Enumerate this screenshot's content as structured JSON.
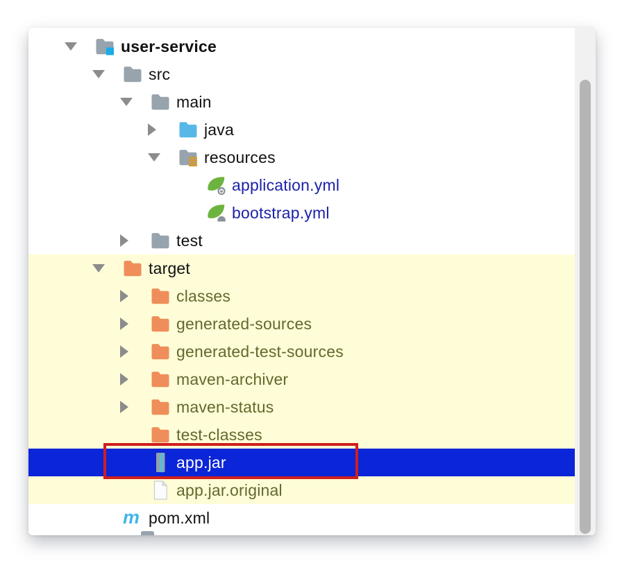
{
  "panel": {
    "name": "project-tree"
  },
  "tree": {
    "items": [
      {
        "label": "user-service",
        "level": 0,
        "arrow": "expanded",
        "icon": "project-folder",
        "bold": true
      },
      {
        "label": "src",
        "level": 1,
        "arrow": "expanded",
        "icon": "folder"
      },
      {
        "label": "main",
        "level": 2,
        "arrow": "expanded",
        "icon": "folder"
      },
      {
        "label": "java",
        "level": 3,
        "arrow": "collapsed",
        "icon": "sources-folder"
      },
      {
        "label": "resources",
        "level": 3,
        "arrow": "expanded",
        "icon": "resources-folder"
      },
      {
        "label": "application.yml",
        "level": 4,
        "arrow": "none",
        "icon": "spring-boot-config",
        "color": "navy"
      },
      {
        "label": "bootstrap.yml",
        "level": 4,
        "arrow": "none",
        "icon": "spring-cloud-config",
        "color": "navy"
      },
      {
        "label": "test",
        "level": 2,
        "arrow": "collapsed",
        "icon": "folder"
      },
      {
        "label": "target",
        "level": 1,
        "arrow": "expanded",
        "icon": "excluded-folder",
        "excluded": true
      },
      {
        "label": "classes",
        "level": 2,
        "arrow": "collapsed",
        "icon": "excluded-folder",
        "color": "olive",
        "excluded": true
      },
      {
        "label": "generated-sources",
        "level": 2,
        "arrow": "collapsed",
        "icon": "excluded-folder",
        "color": "olive",
        "excluded": true
      },
      {
        "label": "generated-test-sources",
        "level": 2,
        "arrow": "collapsed",
        "icon": "excluded-folder",
        "color": "olive",
        "excluded": true
      },
      {
        "label": "maven-archiver",
        "level": 2,
        "arrow": "collapsed",
        "icon": "excluded-folder",
        "color": "olive",
        "excluded": true
      },
      {
        "label": "maven-status",
        "level": 2,
        "arrow": "collapsed",
        "icon": "excluded-folder",
        "color": "olive",
        "excluded": true
      },
      {
        "label": "test-classes",
        "level": 2,
        "arrow": "none",
        "icon": "excluded-folder",
        "color": "olive",
        "excluded": true
      },
      {
        "label": "app.jar",
        "level": 2,
        "arrow": "none",
        "icon": "jar-archive",
        "color": "white",
        "excluded": true,
        "selected": true,
        "annotated": true
      },
      {
        "label": "app.jar.original",
        "level": 2,
        "arrow": "none",
        "icon": "file",
        "color": "olive",
        "excluded": true
      },
      {
        "label": "pom.xml",
        "level": 1,
        "arrow": "none",
        "icon": "maven"
      }
    ]
  },
  "annotation": {
    "type": "highlight-rectangle",
    "target": "app.jar"
  },
  "colors": {
    "selection_bg": "#0B25D8",
    "annotation_red": "#CF1F1C",
    "excluded_bg": "#FFFDD7",
    "folder_gray": "#97A3AD",
    "folder_orange": "#EF8E5A",
    "folder_blue": "#59B7E8",
    "project_badge_blue": "#18ACE8",
    "resources_badge_amber": "#D89A2B",
    "spring_green": "#6DB33F",
    "badge_gray": "#8A9399",
    "archive_gray": "#93A1AC",
    "zipper_cyan": "#3EC6F0",
    "maven_blue": "#42B5E8",
    "arrow_gray": "#8C8C8C",
    "scroll_track": "#F1F1F2",
    "scroll_thumb": "#B5B5B5",
    "text": {
      "default": "#111111",
      "navy": "#1B22A8",
      "olive": "#64682D",
      "white": "#FFFFFF"
    }
  }
}
